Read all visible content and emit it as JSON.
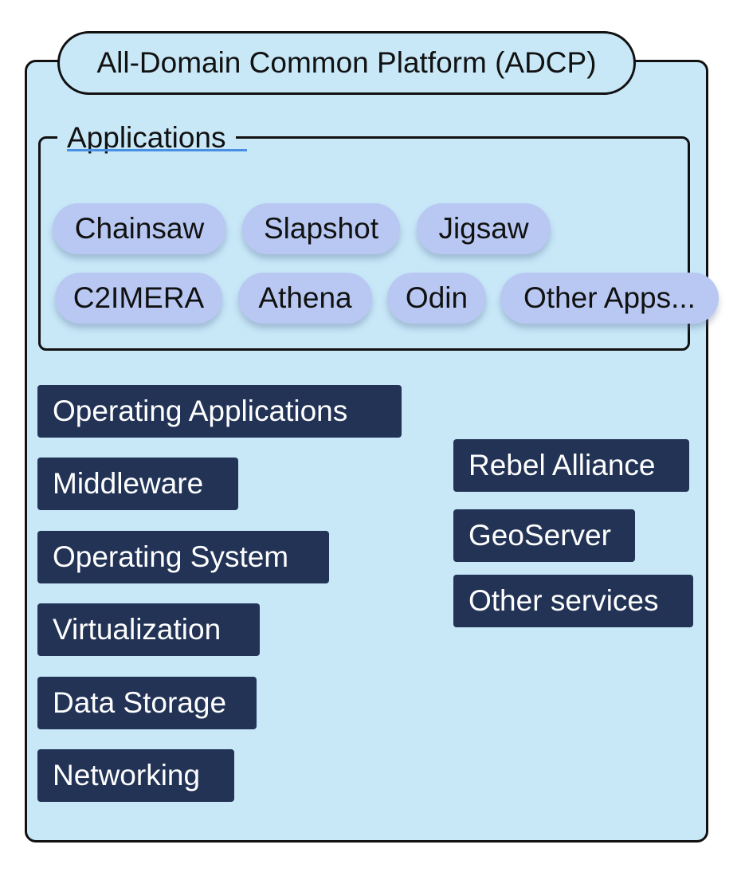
{
  "platform": {
    "title": "All-Domain Common Platform (ADCP)"
  },
  "applications": {
    "label": "Applications",
    "apps": [
      "Chainsaw",
      "Slapshot",
      "Jigsaw",
      "C2IMERA",
      "Athena",
      "Odin",
      "Other Apps..."
    ]
  },
  "stack_layers": [
    "Operating Applications",
    "Middleware",
    "Operating System",
    "Virtualization",
    "Data Storage",
    "Networking"
  ],
  "services": [
    "Rebel Alliance",
    "GeoServer",
    "Other services"
  ],
  "colors": {
    "platform_fill": "#c8e8f8",
    "app_pill_fill": "#b8c8f2",
    "block_fill": "#223356",
    "block_text": "#ffffff",
    "outline": "#111111"
  }
}
